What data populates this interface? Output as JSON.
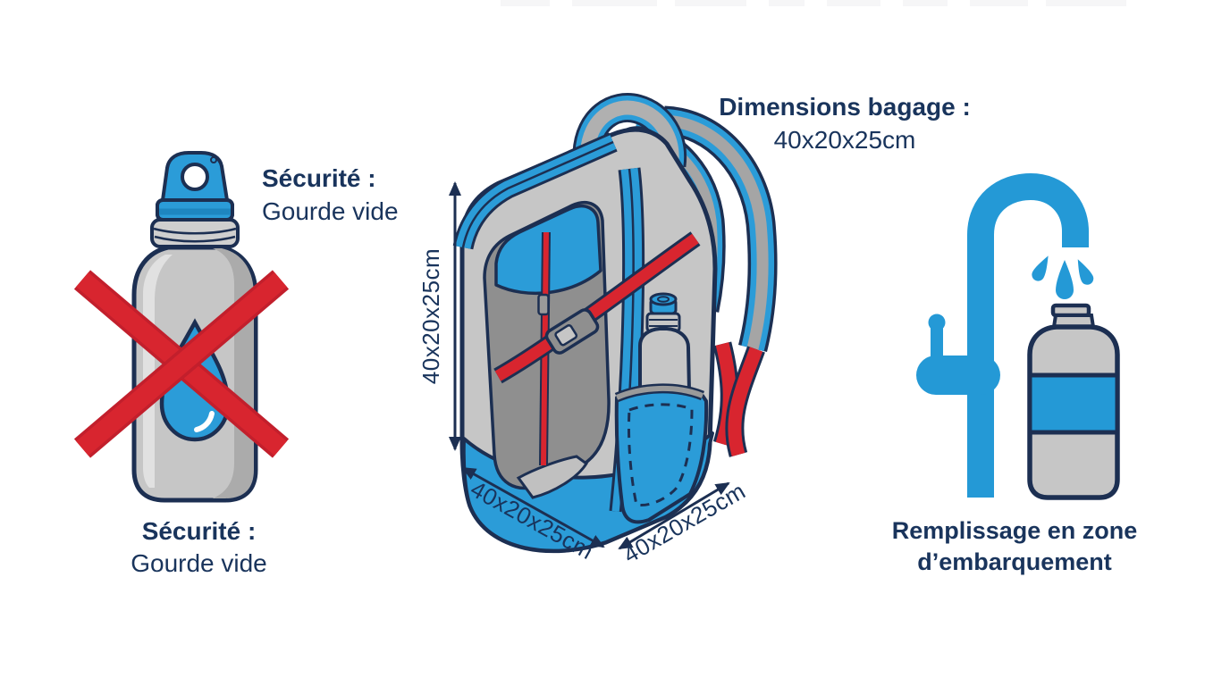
{
  "illustration": {
    "background": "#FFFFFF",
    "colors": {
      "text_navy": "#19345C",
      "outline_navy": "#1C2F52",
      "blue": "#2B9CD8",
      "tap_blue": "#2499D6",
      "red": "#D8252F",
      "red_dark": "#C21F2C",
      "gray_light": "#C6C6C6",
      "gray_mid": "#9A9A9A",
      "gray_dark": "#8F8F8F"
    }
  },
  "security_left": {
    "title": "Sécurité :",
    "subtitle": "Gourde vide"
  },
  "security_bottom": {
    "title": "Sécurité :",
    "subtitle": "Gourde vide"
  },
  "header": {
    "title": "Dimensions bagage :",
    "value": "40x20x25cm"
  },
  "backpack": {
    "height_label": "40x20x25cm",
    "width_label": "40x20x25cm",
    "depth_label": "40x20x25cm"
  },
  "refill": {
    "line1": "Remplissage en zone",
    "line2": "d’embarquement"
  },
  "icons": {
    "left": "crossed-water-bottle-icon",
    "center": "backpack-icon",
    "right": "tap-filling-bottle-icon"
  }
}
